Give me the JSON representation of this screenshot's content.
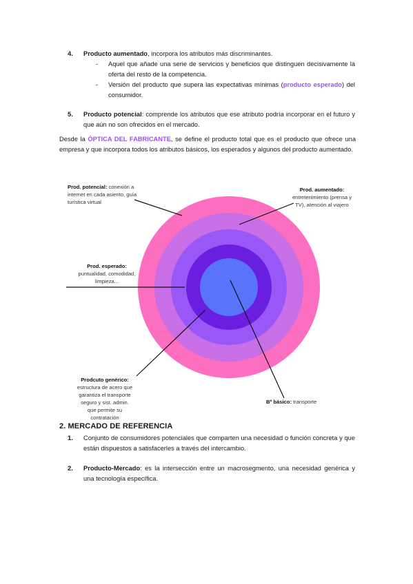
{
  "item4": {
    "number": "4.",
    "title": "Producto aumentado",
    "text": ", incorpora los atributos más discriminantes.",
    "bullets": [
      {
        "dash": "-",
        "text": "Aquel que añade una serie de servicios y beneficios que distinguen decisivamente la oferta del resto de la competencia."
      },
      {
        "dash": "-",
        "text_before": "Versión del producto que supera las expectativas mínimas (",
        "highlight": "producto esperado",
        "text_after": ") del consumidor."
      }
    ]
  },
  "item5": {
    "number": "5.",
    "title": "Producto potencial",
    "text": ": comprende los atributos que ese atributo podría incorporar en el futuro y que aún no son ofrecidos en el mercado."
  },
  "intro": {
    "before": "Desde la ",
    "highlight": "ÓPTICA DEL FABRICANTE",
    "after": ", se define el producto total que es el producto que ofrece una empresa y que incorpora todos los atributos básicos, los esperados y algunos del producto aumentado."
  },
  "diagram": {
    "rings": [
      {
        "name": "potencial",
        "color": "#fc6fc0"
      },
      {
        "name": "aumentado",
        "color": "#c86ee6"
      },
      {
        "name": "esperado",
        "color": "#9a57f7"
      },
      {
        "name": "generico",
        "color": "#6a1ee0"
      },
      {
        "name": "basico",
        "color": "#5a73fb"
      }
    ],
    "labels": {
      "potencial": {
        "title": "Prod. potencial:",
        "text": " conexión a internet en cada asiento, guía turística virtual"
      },
      "aumentado": {
        "title": "Prod. aumentado:",
        "text": " entretenimiento (prensa y TV), atención al viajero"
      },
      "esperado": {
        "title": "Prod. esperado:",
        "text": " puntualidad, comodidad, limpieza..."
      },
      "generico": {
        "title": "Prodcuto genérico:",
        "text": " estructura de acero que garantiza el transporte seguro y sist. admin. que permite su contratación"
      },
      "basico": {
        "title": "Bº básico:",
        "text": " transporte"
      }
    }
  },
  "section2": {
    "heading": "2. MERCADO DE REFERENCIA",
    "items": [
      {
        "number": "1.",
        "text": "Conjunto de consumidores potenciales que comparten una necesidad o función concreta y que están dispuestos a satisfacerles a través del intercambio."
      },
      {
        "number": "2.",
        "title": "Producto-Mercado",
        "text": ": es la intersección entre un macrosegmento, una necesidad genérica y una tecnología específica."
      }
    ]
  }
}
